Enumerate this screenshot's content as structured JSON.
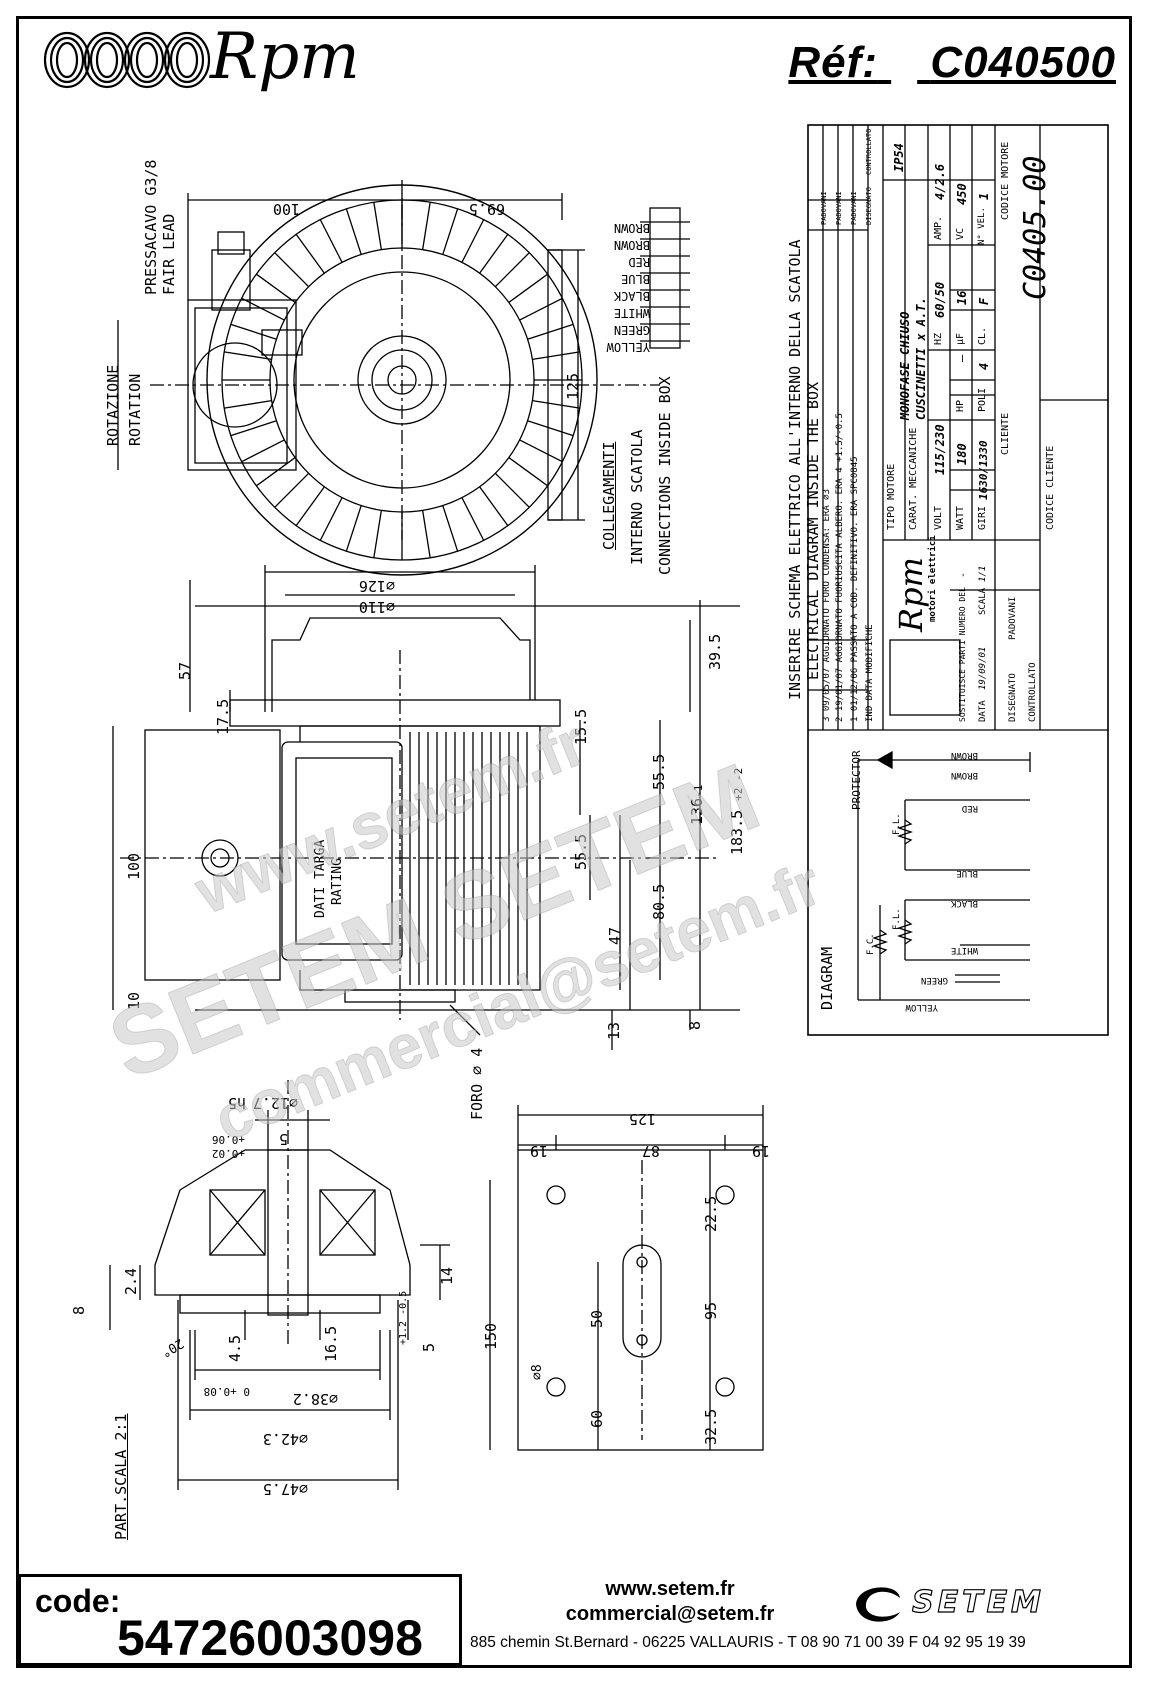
{
  "header": {
    "brand": "Rpm",
    "reference_label": "Réf:",
    "reference_code": "C040500"
  },
  "top_view": {
    "rotation_it": "ROTAZIONE",
    "rotation_en": "ROTATION",
    "gland_it": "PRESSACAVO G3/8",
    "gland_en": "FAIR LEAD",
    "dim_100": "100",
    "dim_69_5": "69.5",
    "dim_125": "125",
    "connections_it_1": "COLLEGAMENTI",
    "connections_it_2": "INTERNO SCATOLA",
    "connections_en": "CONNECTIONS INSIDE BOX",
    "wires": [
      "BROWN",
      "BROWN",
      "RED",
      "BLUE",
      "BLACK",
      "WHITE",
      "GREEN",
      "YELLOW"
    ]
  },
  "side_view": {
    "dim_d126": "⌀126",
    "dim_d110": "⌀110",
    "dim_57": "57",
    "dim_17_5": "17.5",
    "dim_39_5": "39.5",
    "dim_15_5": "15.5",
    "dim_55_5a": "55.5",
    "dim_55_5b": "55.5",
    "dim_80_5": "80.5",
    "dim_47": "47",
    "dim_136": "136",
    "dim_136_tol": "-1",
    "dim_183_5": "183.5",
    "dim_183_5_tol": "+2 -2",
    "dim_100": "100",
    "dim_10": "10",
    "dim_13": "13",
    "dim_8": "8",
    "rating_it": "DATI TARGA",
    "rating_en": "RATING",
    "hole": "FORO ⌀ 4"
  },
  "part_view": {
    "dim_d12_7": "⌀12.7",
    "dim_h5": "h5",
    "dim_5": "5",
    "dim_tol_top": "+0.06",
    "dim_tol_top2": "+0.02",
    "dim_2_4": "2.4",
    "dim_8": "8",
    "dim_14": "14",
    "dim_4_5": "4.5",
    "dim_16_5": "16.5",
    "dim_5b": "5",
    "dim_tol_side": "+1.2 -0.5",
    "dim_20deg": "20°",
    "dim_d38_2": "⌀38.2",
    "dim_d38_2_tol": "0 +0.08",
    "dim_d42_3": "⌀42.3",
    "dim_d47_5": "⌀47.5",
    "scale": "PART.SCALA 2:1"
  },
  "plate_view": {
    "dim_125": "125",
    "dim_19a": "19",
    "dim_87": "87",
    "dim_19b": "19",
    "dim_22_5": "22.5",
    "dim_95": "95",
    "dim_32_5": "32.5",
    "dim_50": "50",
    "dim_60": "60",
    "dim_150": "150",
    "dim_d8": "⌀8"
  },
  "title_block": {
    "note_it": "INSERIRE SCHEMA ELETTRICO ALL'INTERNO DELLA SCATOLA",
    "note_en": "ELECTRICAL DIAGRAM INSIDE THE BOX",
    "revisions": [
      {
        "n": "3",
        "date": "09/05/07",
        "text": "AGGIORNATO FORO CONDENSA: ERA ⌀3",
        "who": "PADOVANI"
      },
      {
        "n": "2",
        "date": "19/01/07",
        "text": "AGGIORNATO FUORIUSCITA ALBERO: ERA 4 +1.5/-0.5",
        "who": "PADOVANI"
      },
      {
        "n": "1",
        "date": "01/12/06",
        "text": "PASSATO A COD. DEFINITIVO. ERA SPC0845",
        "who": "PADOVANI"
      }
    ],
    "rev_header": {
      "ind": "IND",
      "data": "DATA",
      "modifiche": "MODIFICHE",
      "disegnato": "DISEGNATO",
      "controllato": "CONTROLLATO"
    },
    "tipo_motore_label": "TIPO MOTORE",
    "tipo_motore": "MONOFASE CHIUSO",
    "ip": "IP54",
    "carat_label": "CARAT. MECCANICHE",
    "carat": "CUSCINETTI x A.T.",
    "volt_label": "VOLT",
    "volt": "115/230",
    "hz_label": "HZ",
    "hz": "60/50",
    "amp_label": "AMP.",
    "amp": "4/2.6",
    "watt_label": "WATT",
    "watt": "180",
    "hp_label": "HP",
    "hp": "—",
    "uf_label": "µF",
    "uf": "16",
    "vc_label": "VC",
    "vc": "450",
    "giri_label": "GIRI",
    "giri": "1630/1330",
    "poli_label": "POLI",
    "poli": "4",
    "cl_label": "CL.",
    "cl": "F",
    "nvel_label": "N° VEL.",
    "nvel": "1",
    "cliente_label": "CLIENTE",
    "codice_motore_label": "CODICE MOTORE",
    "codice_motore": "C0405.00",
    "codice_cliente_label": "CODICE CLIENTE",
    "company": "Rpm",
    "company_sub": "motori elettrici",
    "sostituisce_label": "SOSTITUISCE PARTI NUMERO DEL",
    "sostituisce": "-",
    "data_label": "DATA",
    "data": "19/09/01",
    "scala_label": "SCALA",
    "scala": "1/1",
    "disegnato_label": "DISEGNATO",
    "disegnato": "PADOVANI",
    "controllato_label": "CONTROLLATO"
  },
  "diagram": {
    "title": "DIAGRAM",
    "protector": "PROTECTOR",
    "wires": [
      "BROWN",
      "BROWN",
      "RED",
      "BLUE",
      "BLACK",
      "WHITE",
      "GREEN",
      "YELLOW"
    ],
    "fl": "F.L.",
    "fc": "F.C."
  },
  "footer": {
    "code_label": "code:",
    "code_value": "54726003098",
    "website": "www.setem.fr",
    "email": "commercial@setem.fr",
    "address": "885 chemin St.Bernard  -  06225 VALLAURIS  -  T 08 90 71 00 39   F 04 92 95 19 39",
    "logo": "SETEM"
  },
  "watermark": {
    "line1": "www.setem.fr",
    "line2": "SETEM SETEM",
    "line3": "commercial@setem.fr"
  }
}
